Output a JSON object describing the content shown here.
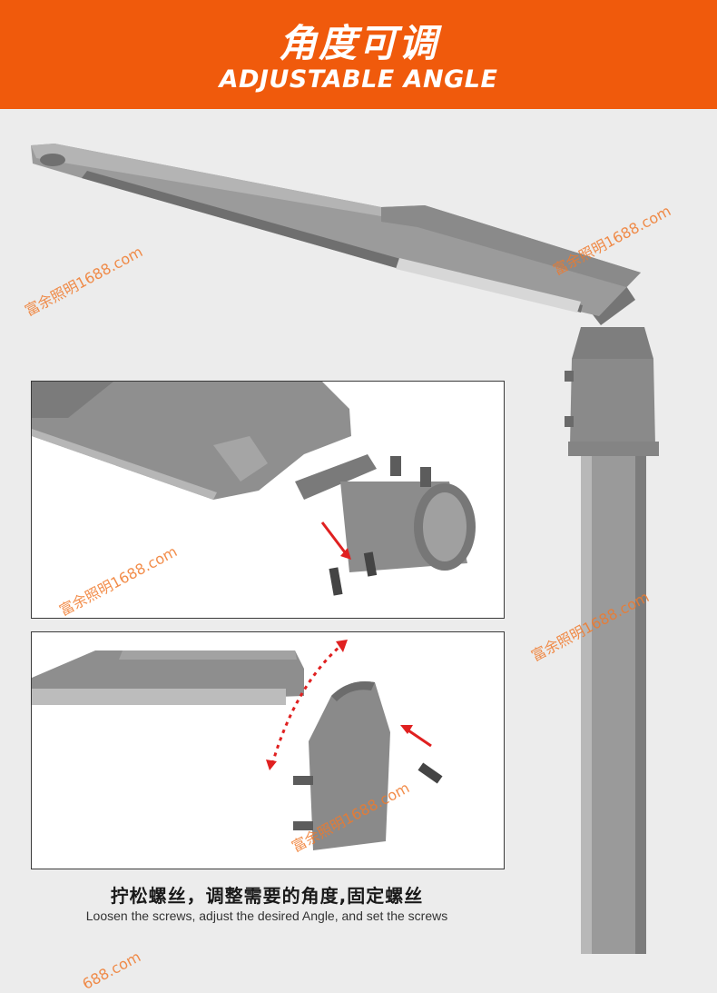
{
  "banner": {
    "title_cn": "角度可调",
    "title_en": "ADJUSTABLE ANGLE"
  },
  "caption": {
    "cn": "拧松螺丝，调整需要的角度,固定螺丝",
    "en": "Loosen the screws, adjust the desired Angle, and set the screws"
  },
  "watermark": "富余照明1688.com",
  "watermark_partial": "688.com",
  "colors": {
    "banner": "#f05a0c",
    "watermark": "#f07a2c",
    "arrow": "#e02020",
    "metal": "#8e8e8e"
  }
}
